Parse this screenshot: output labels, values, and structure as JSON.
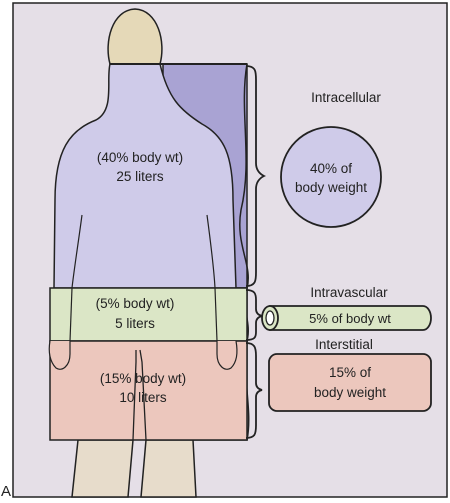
{
  "panel_letter": "A",
  "colors": {
    "frame": "#222222",
    "background": "#e5dfe7",
    "head": "#e5d9b8",
    "intracellular": "#cfcbe9",
    "intracellular_dark": "#a9a3d3",
    "intravascular": "#dbe6c6",
    "intravascular_dark": "#a5c58c",
    "interstitial": "#ecc7bd",
    "interstitial_dark": "#c97f72",
    "legs": "#e7dccb"
  },
  "body_labels": {
    "intracellular": {
      "line1": "(40% body wt)",
      "line2": "25 liters"
    },
    "intravascular": {
      "line1": "(5% body wt)",
      "line2": "5 liters"
    },
    "interstitial": {
      "line1": "(15% body wt)",
      "line2": "10 liters"
    }
  },
  "legend": {
    "intracellular": {
      "title": "Intracellular",
      "line1": "40% of",
      "line2": "body weight"
    },
    "intravascular": {
      "title": "Intravascular",
      "text": "5% of body wt"
    },
    "interstitial": {
      "title": "Interstitial",
      "line1": "15% of",
      "line2": "body weight"
    }
  }
}
